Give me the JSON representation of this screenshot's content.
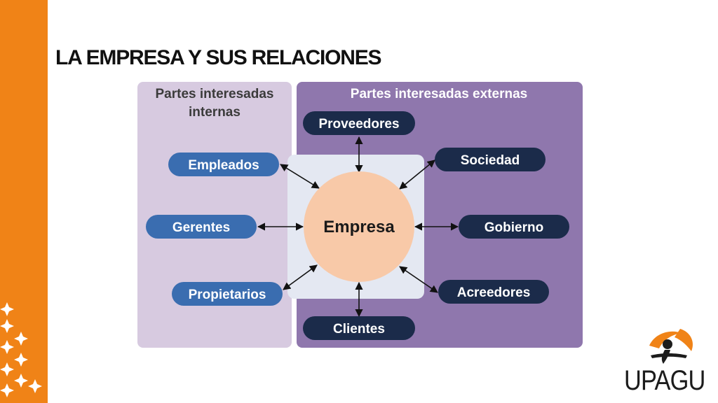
{
  "slide": {
    "title": "LA EMPRESA Y SUS RELACIONES"
  },
  "diagram": {
    "internal_header_line1": "Partes interesadas",
    "internal_header_line2": "internas",
    "external_header": "Partes interesadas externas",
    "center": "Empresa",
    "internal_nodes": [
      "Empleados",
      "Gerentes",
      "Propietarios"
    ],
    "external_nodes": [
      "Proveedores",
      "Sociedad",
      "Gobierno",
      "Acreedores",
      "Clientes"
    ]
  },
  "logo": {
    "text": "UPAGU"
  },
  "colors": {
    "accent": "#f08317",
    "internal_panel": "#d7cae0",
    "external_panel": "#8f77ad",
    "center_panel": "#e4e8f2",
    "center_circle": "#f8c9a8",
    "internal_pill": "#3a6db0",
    "external_pill": "#1b2b4a"
  }
}
